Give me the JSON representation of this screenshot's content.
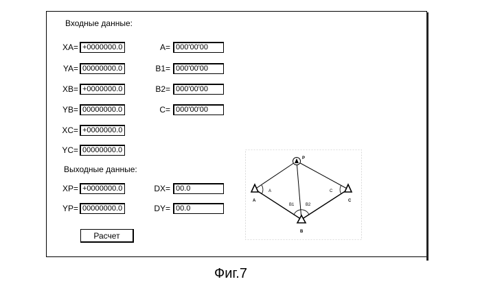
{
  "input_section": {
    "title": "Входные данные:"
  },
  "output_section": {
    "title": "Выходные данные:"
  },
  "fields": {
    "XA": {
      "label": "XA=",
      "value": "+0000000.0"
    },
    "YA": {
      "label": "YA=",
      "value": "00000000.0"
    },
    "XB": {
      "label": "XB=",
      "value": "+0000000.0"
    },
    "YB": {
      "label": "YB=",
      "value": "00000000.0"
    },
    "XC": {
      "label": "XC=",
      "value": "+0000000.0"
    },
    "YC": {
      "label": "YC=",
      "value": "00000000.0"
    },
    "A": {
      "label": "A=",
      "value": "000'00'00"
    },
    "B1": {
      "label": "B1=",
      "value": "000'00'00"
    },
    "B2": {
      "label": "B2=",
      "value": "000'00'00"
    },
    "C": {
      "label": "C=",
      "value": "000'00'00"
    },
    "XP": {
      "label": "XP=",
      "value": "+0000000.0"
    },
    "YP": {
      "label": "YP=",
      "value": "00000000.0"
    },
    "DX": {
      "label": "DX=",
      "value": "00.0"
    },
    "DY": {
      "label": "DY=",
      "value": "00.0"
    }
  },
  "calc_button": {
    "label": "Расчет"
  },
  "diagram": {
    "point_labels": {
      "P": "P",
      "A": "A",
      "B": "B",
      "C": "C"
    },
    "angle_labels": {
      "A": "A",
      "C": "C",
      "B1": "B1",
      "B2": "B2"
    }
  },
  "caption": "Фиг.7"
}
